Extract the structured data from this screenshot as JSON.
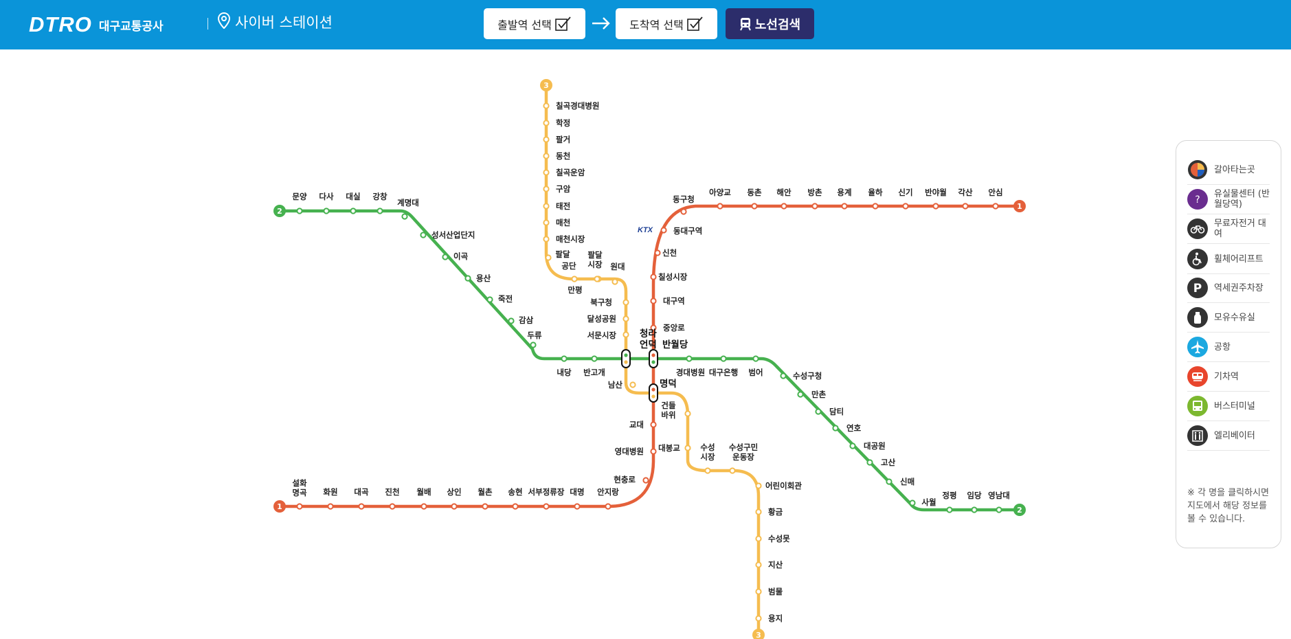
{
  "header": {
    "logo_mark": "DTRO",
    "logo_text": "대구교통공사",
    "cyber_station": "사이버 스테이션",
    "departure_btn": "출발역 선택",
    "arrival_btn": "도착역 선택",
    "search_btn": "노선검색"
  },
  "colors": {
    "header_bg": "#0a94d9",
    "line1": "#e4603a",
    "line2": "#46b14f",
    "line3": "#f5bc4f",
    "search_btn_bg": "#2c2d6b"
  },
  "legend": {
    "items": [
      {
        "icon": "transfer-icon",
        "label": "갈아타는곳"
      },
      {
        "icon": "lost-found-icon",
        "label": "유실물센터 (반월당역)"
      },
      {
        "icon": "bicycle-icon",
        "label": "무료자전거 대여"
      },
      {
        "icon": "wheelchair-lift-icon",
        "label": "휠체어리프트"
      },
      {
        "icon": "parking-icon",
        "label": "역세권주차장"
      },
      {
        "icon": "nursing-room-icon",
        "label": "모유수유실"
      },
      {
        "icon": "airport-icon",
        "label": "공항"
      },
      {
        "icon": "train-icon",
        "label": "기차역"
      },
      {
        "icon": "bus-terminal-icon",
        "label": "버스터미널"
      },
      {
        "icon": "elevator-icon",
        "label": "엘리베이터"
      }
    ],
    "note": "※ 각 명을 클릭하시면 지도에서 해당 정보를 볼 수 있습니다."
  },
  "map": {
    "line_badges": {
      "line1": "1",
      "line2": "2",
      "line3": "3"
    },
    "ktx_label": "KTX",
    "line1_stations": [
      "설화명곡",
      "화원",
      "대곡",
      "진천",
      "월배",
      "상인",
      "월촌",
      "송현",
      "서부정류장",
      "대명",
      "안지랑",
      "현충로",
      "영대병원",
      "교대",
      "명덕",
      "반월당",
      "중앙로",
      "대구역",
      "칠성시장",
      "신천",
      "동대구역",
      "동구청",
      "아양교",
      "동촌",
      "해안",
      "방촌",
      "용계",
      "율하",
      "신기",
      "반야월",
      "각산",
      "안심"
    ],
    "line2_stations": [
      "문양",
      "다사",
      "대실",
      "강창",
      "계명대",
      "성서산업단지",
      "이곡",
      "용산",
      "죽전",
      "감삼",
      "두류",
      "내당",
      "반고개",
      "청라언덕",
      "반월당",
      "경대병원",
      "대구은행",
      "범어",
      "수성구청",
      "만촌",
      "담티",
      "연호",
      "대공원",
      "고산",
      "신매",
      "사월",
      "정평",
      "임당",
      "영남대"
    ],
    "line3_stations": [
      "칠곡경대병원",
      "학정",
      "팔거",
      "동천",
      "칠곡운암",
      "구암",
      "태전",
      "매천",
      "매천시장",
      "팔달",
      "공단",
      "만평",
      "팔달시장",
      "원대",
      "북구청",
      "달성공원",
      "서문시장",
      "청라언덕",
      "남산",
      "명덕",
      "건들바위",
      "대봉교",
      "수성시장",
      "수성구민운동장",
      "어린이회관",
      "황금",
      "수성못",
      "지산",
      "범물",
      "용지"
    ],
    "transfer_stations": [
      "청라언덕",
      "반월당",
      "명덕"
    ]
  }
}
